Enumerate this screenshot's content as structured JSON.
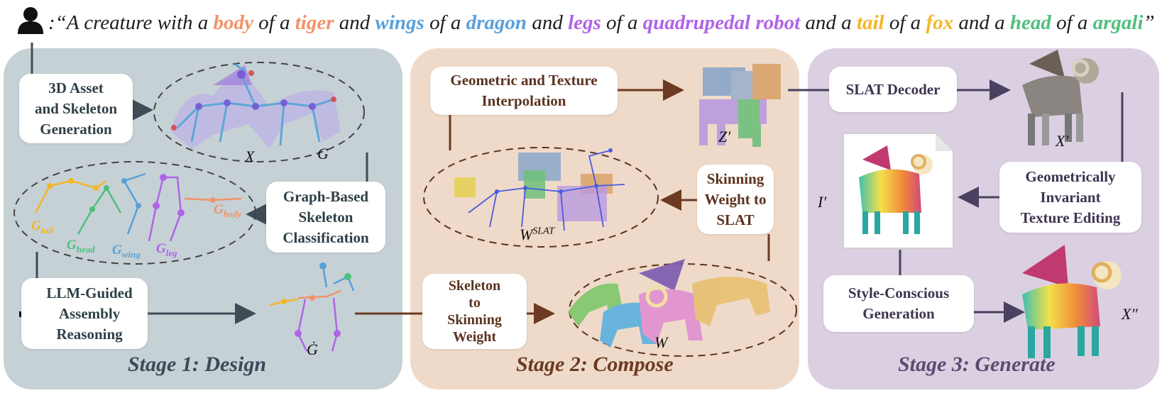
{
  "prompt": {
    "icon": "user-icon",
    "segments": [
      {
        "text": ":“A creature with a ",
        "color": "#1d1d1d"
      },
      {
        "text": "body",
        "color": "#f0936a"
      },
      {
        "text": " of a ",
        "color": "#1d1d1d"
      },
      {
        "text": "tiger",
        "color": "#f0936a"
      },
      {
        "text": " and ",
        "color": "#1d1d1d"
      },
      {
        "text": "wings",
        "color": "#5aa0d8"
      },
      {
        "text": " of a ",
        "color": "#1d1d1d"
      },
      {
        "text": "dragon",
        "color": "#5aa0d8"
      },
      {
        "text": " and ",
        "color": "#1d1d1d"
      },
      {
        "text": "legs",
        "color": "#b163e8"
      },
      {
        "text": " of a ",
        "color": "#1d1d1d"
      },
      {
        "text": "quadrupedal robot",
        "color": "#b163e8"
      },
      {
        "text": " and a ",
        "color": "#1d1d1d"
      },
      {
        "text": "tail",
        "color": "#f2b726"
      },
      {
        "text": " of a ",
        "color": "#1d1d1d"
      },
      {
        "text": "fox",
        "color": "#f2b726"
      },
      {
        "text": " and a ",
        "color": "#1d1d1d"
      },
      {
        "text": "head",
        "color": "#4fbf7e"
      },
      {
        "text": " of a ",
        "color": "#1d1d1d"
      },
      {
        "text": "argali",
        "color": "#4fbf7e"
      },
      {
        "text": "”",
        "color": "#1d1d1d"
      }
    ]
  },
  "stages": {
    "s1": {
      "title": "Stage 1: Design",
      "color": "#3a4b57"
    },
    "s2": {
      "title": "Stage 2:  Compose",
      "color": "#6b3a20"
    },
    "s3": {
      "title": "Stage 3: Generate",
      "color": "#5a4b70"
    }
  },
  "boxes": {
    "asset_gen": "3D Asset\nand Skeleton\nGeneration",
    "graph_class": "Graph-Based\nSkeleton\nClassification",
    "llm_assembly": "LLM-Guided\nAssembly\nReasoning",
    "interp": "Geometric and Texture\nInterpolation",
    "skin_slat": "Skinning\nWeight to\nSLAT",
    "skel_skin": "Skeleton\nto\nSkinning\nWeight",
    "slat_decoder": "SLAT Decoder",
    "tex_edit": "Geometrically\nInvariant\nTexture Editing",
    "style_gen": "Style-Conscious\nGeneration"
  },
  "symbols": {
    "X": "X",
    "G": "G",
    "G_dot": "Ġ",
    "W": "W",
    "W_slat": "W",
    "W_slat_sup": "SLAT",
    "Z_prime": "Z′",
    "X_prime": "X′",
    "I_prime": "I′",
    "X_dprime": "X″"
  },
  "graph_labels": {
    "g_tail": {
      "base": "G",
      "sub": "tail",
      "color": "#f2b726"
    },
    "g_head": {
      "base": "G",
      "sub": "head",
      "color": "#4fbf7e"
    },
    "g_wing": {
      "base": "G",
      "sub": "wing",
      "color": "#5aa0d8"
    },
    "g_leg": {
      "base": "G",
      "sub": "leg",
      "color": "#b163e8"
    },
    "g_body": {
      "base": "G",
      "sub": "body",
      "color": "#f0936a"
    }
  },
  "colors": {
    "s1_arrow": "#3d4c57",
    "s2_arrow": "#6b3a20",
    "s3_arrow": "#4a4060"
  },
  "icons": [
    "user-icon",
    "robot-icon",
    "arrow-icon"
  ]
}
